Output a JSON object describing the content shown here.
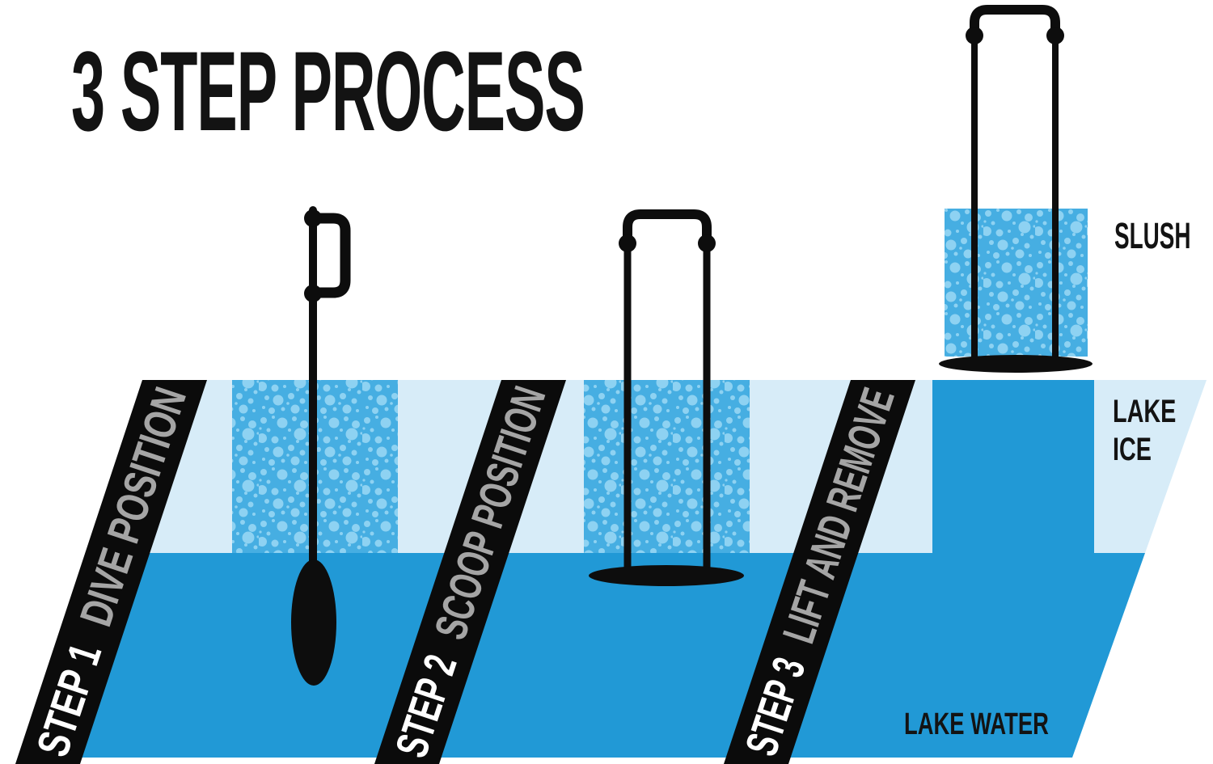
{
  "title": "3 STEP PROCESS",
  "steps": [
    {
      "step_label": "STEP 1",
      "action_label": "DIVE POSITION"
    },
    {
      "step_label": "STEP 2",
      "action_label": "SCOOP POSITION"
    },
    {
      "step_label": "STEP 3",
      "action_label": "LIFT AND REMOVE"
    }
  ],
  "labels": {
    "slush": "SLUSH",
    "lake_ice_line1": "LAKE",
    "lake_ice_line2": "ICE",
    "lake_water": "LAKE WATER"
  },
  "colors": {
    "background": "#ffffff",
    "lake_water": "#2199d6",
    "lake_ice": "#d7ecf8",
    "slush_base": "#46aee2",
    "slush_dot": "#8ed2f2",
    "band_black": "#0b0b0b",
    "tool_black": "#0d0d0d",
    "step_number_white": "#ffffff",
    "step_action_gray": "#a5a5a5",
    "ink": "#131313"
  }
}
